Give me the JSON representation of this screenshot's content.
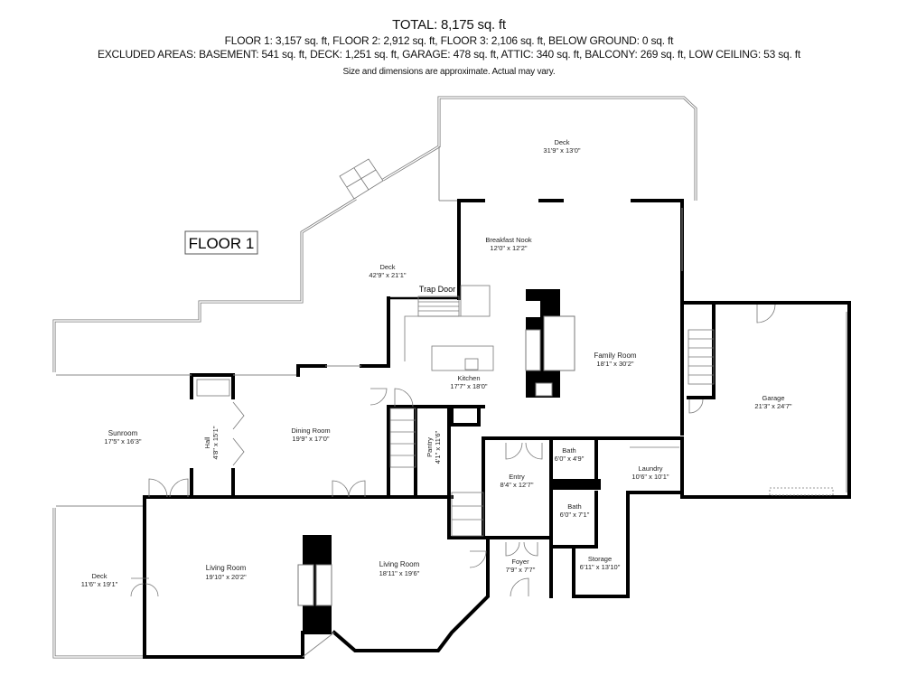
{
  "header": {
    "total": "TOTAL: 8,175 sq. ft",
    "floors": "FLOOR 1: 3,157 sq. ft, FLOOR 2: 2,912 sq. ft, FLOOR 3: 2,106 sq. ft, BELOW GROUND: 0 sq. ft",
    "excluded": "EXCLUDED AREAS: BASEMENT: 541 sq. ft, DECK: 1,251 sq. ft, GARAGE: 478 sq. ft, ATTIC: 340 sq. ft, BALCONY: 269 sq. ft, LOW CEILING: 53 sq. ft",
    "disclaimer": "Size and dimensions are approximate. Actual may vary."
  },
  "floor_label": "FLOOR 1",
  "trap_door": "Trap Door",
  "rooms": [
    {
      "name": "Deck",
      "dims": "31'9\" x 13'0\""
    },
    {
      "name": "Breakfast Nook",
      "dims": "12'0\" x 12'2\""
    },
    {
      "name": "Deck",
      "dims": "42'9\" x 21'1\""
    },
    {
      "name": "Kitchen",
      "dims": "17'7\" x 18'0\""
    },
    {
      "name": "Family Room",
      "dims": "18'1\" x 30'2\""
    },
    {
      "name": "Garage",
      "dims": "21'3\" x 24'7\""
    },
    {
      "name": "Sunroom",
      "dims": "17'5\" x 16'3\""
    },
    {
      "name": "Hall",
      "dims": "4'8\" x 15'1\""
    },
    {
      "name": "Dining Room",
      "dims": "19'9\" x 17'0\""
    },
    {
      "name": "Pantry",
      "dims": "4'1\" x 11'6\""
    },
    {
      "name": "Entry",
      "dims": "8'4\" x 12'7\""
    },
    {
      "name": "Bath",
      "dims": "6'0\" x 4'9\""
    },
    {
      "name": "Laundry",
      "dims": "10'6\" x 10'1\""
    },
    {
      "name": "Bath",
      "dims": "6'0\" x 7'1\""
    },
    {
      "name": "Storage",
      "dims": "6'11\" x 13'10\""
    },
    {
      "name": "Foyer",
      "dims": "7'9\" x 7'7\""
    },
    {
      "name": "Deck",
      "dims": "11'6\" x 19'1\""
    },
    {
      "name": "Living Room",
      "dims": "19'10\" x 20'2\""
    },
    {
      "name": "Living Room",
      "dims": "18'11\" x 19'6\""
    }
  ]
}
